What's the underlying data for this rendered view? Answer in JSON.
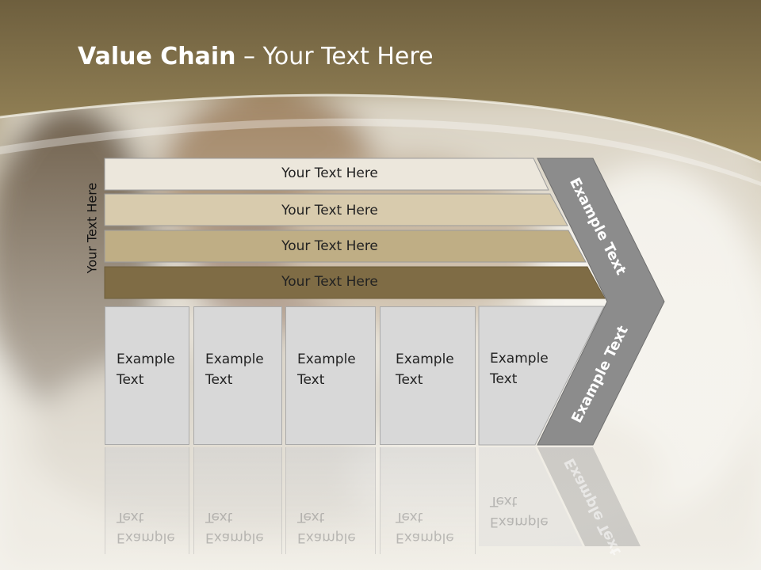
{
  "slide": {
    "title_bold": "Value Chain",
    "title_rest": " – Your Text Here",
    "vertical_label": "Your Text Here",
    "bars": [
      {
        "label": "Your Text Here",
        "color": "#ece7dc"
      },
      {
        "label": "Your Text Here",
        "color": "#d8cbad"
      },
      {
        "label": "Your Text Here",
        "color": "#bfae85"
      },
      {
        "label": "Your Text Here",
        "color": "#7f6c45"
      }
    ],
    "boxes": [
      {
        "line1": "Example",
        "line2": "Text"
      },
      {
        "line1": "Example",
        "line2": "Text"
      },
      {
        "line1": "Example",
        "line2": "Text"
      },
      {
        "line1": "Example",
        "line2": "Text"
      },
      {
        "line1": "Example",
        "line2": "Text"
      }
    ],
    "chevron_top_text": "Example Text",
    "chevron_bottom_text": "Example Text",
    "colors": {
      "header": "#8a7a52",
      "chevron": "#8c8c8c"
    }
  }
}
